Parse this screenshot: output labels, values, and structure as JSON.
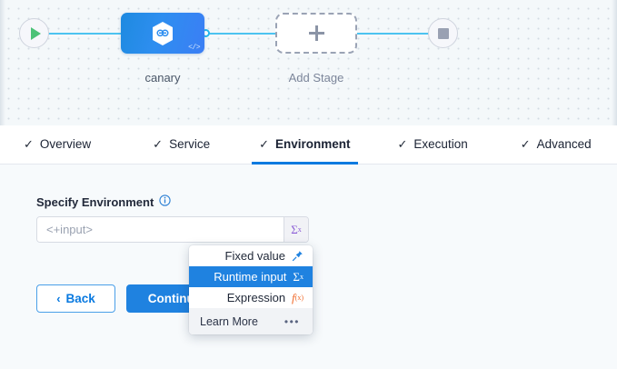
{
  "canvas": {
    "start_node": {
      "icon": "play-icon",
      "name": "pipeline-start"
    },
    "end_node": {
      "icon": "stop-icon",
      "name": "pipeline-end"
    },
    "stage": {
      "label": "canary",
      "icon": "harness-hexagon-icon",
      "badge": "</>"
    },
    "add_stage": {
      "label": "Add Stage",
      "icon": "plus-icon"
    }
  },
  "tabs": [
    {
      "label": "Overview",
      "check": "✓",
      "active": false
    },
    {
      "label": "Service",
      "check": "✓",
      "active": false
    },
    {
      "label": "Environment",
      "check": "✓",
      "active": true
    },
    {
      "label": "Execution",
      "check": "✓",
      "active": false
    },
    {
      "label": "Advanced",
      "check": "✓",
      "active": false
    }
  ],
  "form": {
    "field_label": "Specify Environment",
    "info_icon": "info-icon",
    "input_placeholder": "<+input>",
    "input_value": "",
    "variable_button": "Σ",
    "variable_button_sup": "x"
  },
  "buttons": {
    "back_label": "Back",
    "back_chevron": "‹",
    "continue_label": "Continue"
  },
  "dropdown": {
    "items": [
      {
        "label": "Fixed value",
        "icon": "pin-icon",
        "selected": false
      },
      {
        "label": "Runtime input",
        "icon": "sigma-icon",
        "selected": true
      },
      {
        "label": "Expression",
        "icon": "fx-icon",
        "selected": false
      }
    ],
    "footer_label": "Learn More",
    "footer_icon": "ellipsis-icon",
    "footer_dots": "•••"
  },
  "colors": {
    "accent_blue": "#1f82e0",
    "tab_underline": "#0a7ae0",
    "link_line": "#4cc3f0",
    "start_green": "#4cc277",
    "variable_purple": "#8b5cd6",
    "expression_orange": "#f06a2a",
    "canvas_bg": "#f4f8fa",
    "panel_bg": "#f7fafc"
  }
}
